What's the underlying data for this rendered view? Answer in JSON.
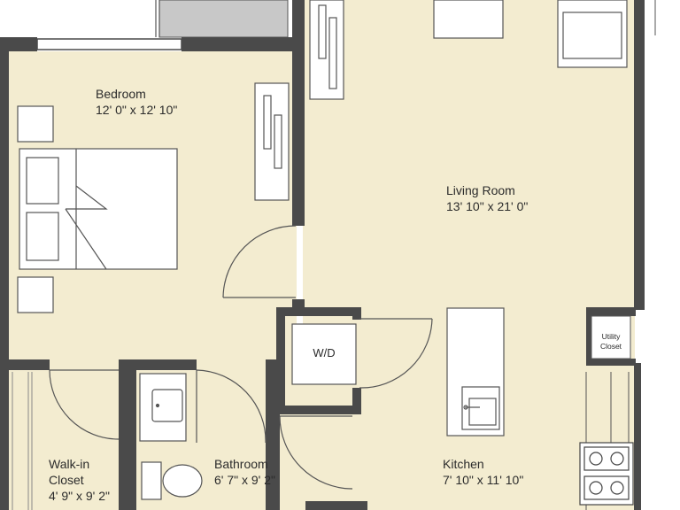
{
  "colors": {
    "floor": "#f3ecd0",
    "wall": "#4a4a4a",
    "fixture_fill": "#ffffff",
    "fixture_stroke": "#555555",
    "balcony": "#c8c8c8",
    "text": "#2b2b2b"
  },
  "rooms": {
    "bedroom": {
      "name": "Bedroom",
      "dims": "12' 0\" x 12' 10\""
    },
    "living_room": {
      "name": "Living Room",
      "dims": "13' 10\" x 21' 0\""
    },
    "walk_in_closet": {
      "name_line1": "Walk-in",
      "name_line2": "Closet",
      "dims": "4' 9\" x 9' 2\""
    },
    "bathroom": {
      "name": "Bathroom",
      "dims": "6' 7\" x 9' 2\""
    },
    "kitchen": {
      "name": "Kitchen",
      "dims": "7' 10\" x 11' 10\""
    },
    "utility_closet": {
      "line1": "Utility",
      "line2": "Closet"
    }
  },
  "fixtures": {
    "washer_dryer": "W/D"
  }
}
